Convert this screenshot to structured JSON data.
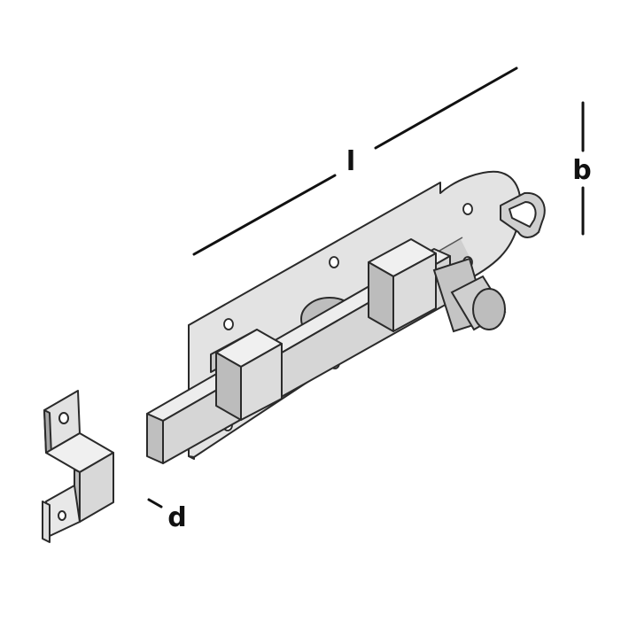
{
  "labels": {
    "length": "l",
    "height": "b",
    "depth": "d"
  },
  "colors": {
    "metal_light": "#e6e6e6",
    "metal_mid": "#cfcfcf",
    "metal_dark": "#a9a9a9",
    "outline": "#2a2a2a",
    "dimension_line": "#111111"
  }
}
